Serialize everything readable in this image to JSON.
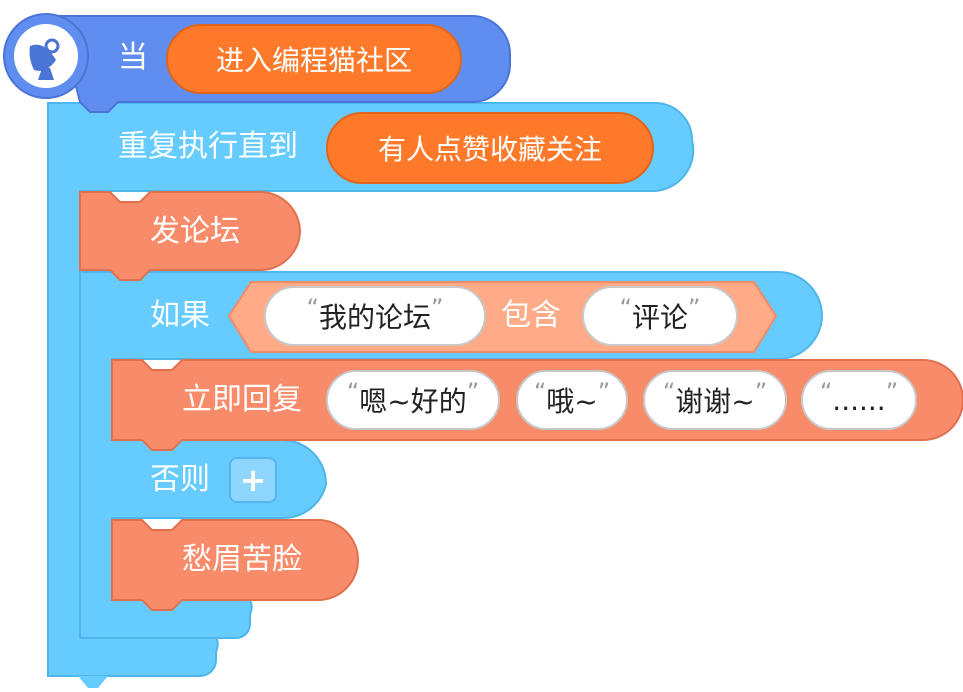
{
  "hat_block": {
    "label": "当",
    "event": "进入编程猫社区",
    "icon": "satellite-dish-icon"
  },
  "repeat_block": {
    "label": "重复执行直到",
    "condition": "有人点赞收藏关注"
  },
  "post_block": {
    "label": "发论坛"
  },
  "if_block": {
    "label": "如果",
    "left_value": "我的论坛",
    "operator": "包含",
    "right_value": "评论"
  },
  "reply_block": {
    "label": "立即回复",
    "args": [
      "嗯~好的",
      "哦~",
      "谢谢~",
      "......"
    ]
  },
  "else_block": {
    "label": "否则",
    "add_label": "+"
  },
  "frown_block": {
    "label": "愁眉苦脸"
  },
  "quote_open": "“",
  "quote_close": "”",
  "colors": {
    "event": "#608ef0",
    "control": "#66ccff",
    "looks": "#f88b69",
    "operator": "#ffab88",
    "input": "#fe7a2a"
  }
}
